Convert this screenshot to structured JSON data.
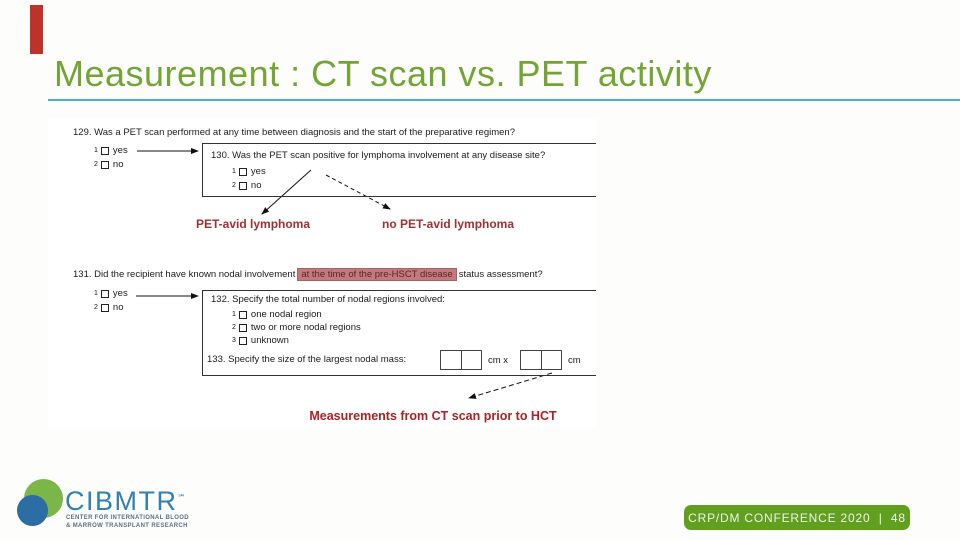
{
  "slide": {
    "title": "Measurement : CT scan vs. PET activity",
    "colors": {
      "accent_bar": "#BE3329",
      "title_green": "#73A535",
      "underline_blue": "#4FADC9",
      "branch_label_red": "#9C3134",
      "caption_red": "#AC2126",
      "highlight_bg": "#C37A7E",
      "badge_green": "#61A01E",
      "brand_blue": "#3180B2",
      "logo_green": "#7AB648",
      "logo_blue": "#2C6DA4"
    }
  },
  "form": {
    "q129": {
      "text": "129. Was a PET scan performed at any time between diagnosis and the start of the preparative regimen?",
      "options": [
        {
          "num": "1",
          "label": "yes"
        },
        {
          "num": "2",
          "label": "no"
        }
      ]
    },
    "q130": {
      "text": "130. Was the PET scan positive for lymphoma involvement at any disease site?",
      "options": [
        {
          "num": "1",
          "label": "yes"
        },
        {
          "num": "2",
          "label": "no"
        }
      ]
    },
    "branch_labels": {
      "pet_avid": "PET-avid lymphoma",
      "no_pet_avid": "no PET-avid lymphoma"
    },
    "q131": {
      "prefix": "131. Did the recipient have known nodal involvement",
      "highlight": "at the time of the pre-HSCT disease",
      "suffix": "status assessment?",
      "options": [
        {
          "num": "1",
          "label": "yes"
        },
        {
          "num": "2",
          "label": "no"
        }
      ]
    },
    "q132": {
      "text": "132. Specify the total number of nodal regions involved:",
      "options": [
        {
          "num": "1",
          "label": "one nodal region"
        },
        {
          "num": "2",
          "label": "two or more nodal regions"
        },
        {
          "num": "3",
          "label": "unknown"
        }
      ]
    },
    "q133": {
      "text": "133. Specify the size of the largest nodal mass:",
      "unit_mid": "cm x",
      "unit_end": "cm"
    },
    "caption": "Measurements from CT scan prior to HCT"
  },
  "footer": {
    "logo": {
      "brand": "CIBMTR",
      "trademark": "℠",
      "tagline1": "CENTER FOR INTERNATIONAL BLOOD",
      "tagline2": "& MARROW TRANSPLANT RESEARCH"
    },
    "badge": "CRP/DM CONFERENCE 2020  |  48"
  }
}
